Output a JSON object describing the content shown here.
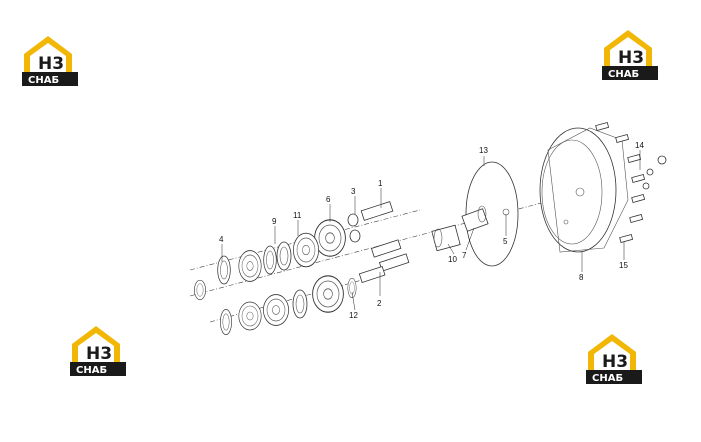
{
  "logo": {
    "mark": "H3",
    "word": "СНАБ",
    "accent_color": "#f2b705",
    "dark_color": "#1a1a1a"
  },
  "callouts": [
    {
      "id": "1",
      "label": "1"
    },
    {
      "id": "2",
      "label": "2"
    },
    {
      "id": "3",
      "label": "3"
    },
    {
      "id": "4",
      "label": "4"
    },
    {
      "id": "5",
      "label": "5"
    },
    {
      "id": "6",
      "label": "6"
    },
    {
      "id": "7",
      "label": "7"
    },
    {
      "id": "8",
      "label": "8"
    },
    {
      "id": "9",
      "label": "9"
    },
    {
      "id": "10",
      "label": "10"
    },
    {
      "id": "11",
      "label": "11"
    },
    {
      "id": "12",
      "label": "12"
    },
    {
      "id": "13",
      "label": "13"
    },
    {
      "id": "14",
      "label": "14"
    },
    {
      "id": "15",
      "label": "15"
    }
  ]
}
